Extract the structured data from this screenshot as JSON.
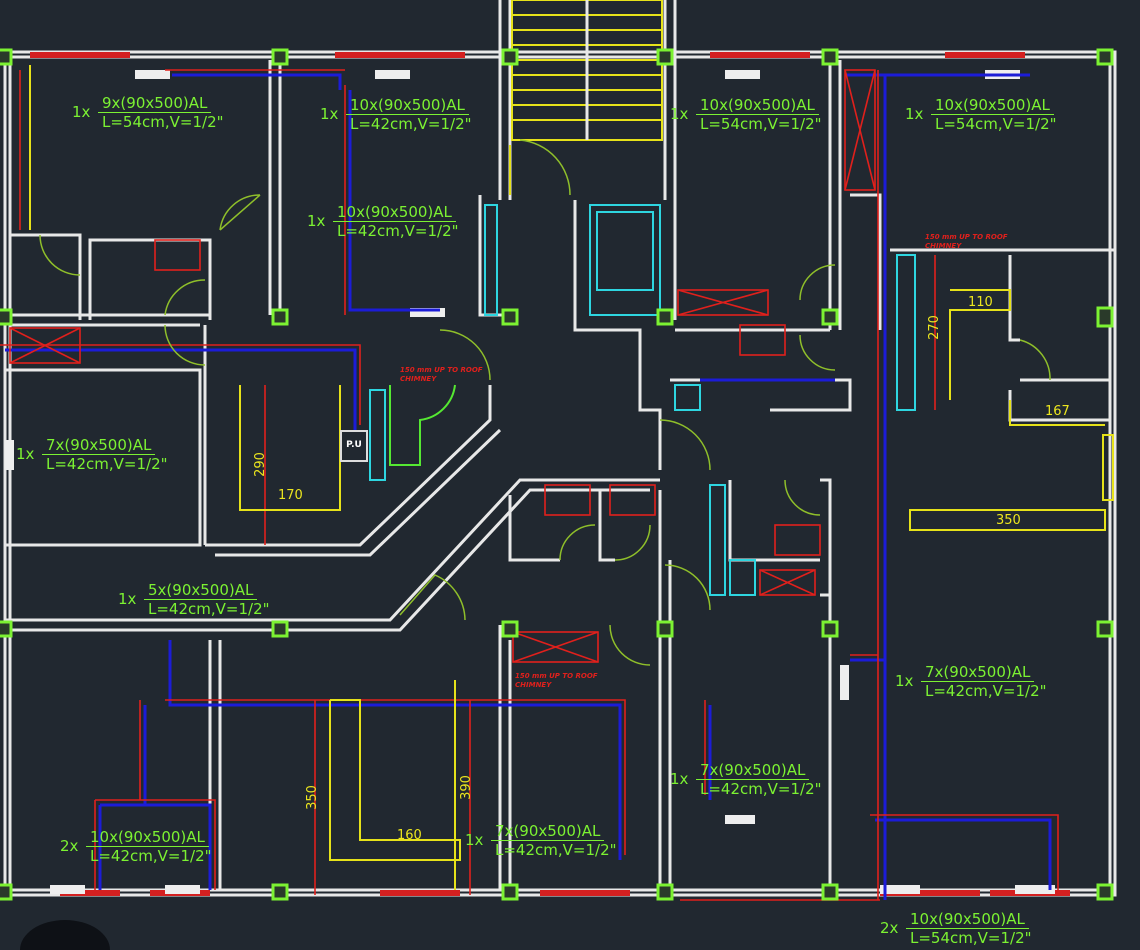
{
  "drawing": {
    "title": "Floor plan - AC duct / diffuser layout",
    "diffuser_labels": [
      {
        "mult": "1x",
        "spec": "9x(90x500)AL",
        "size": "L=54cm,V=1/2\""
      },
      {
        "mult": "1x",
        "spec": "10x(90x500)AL",
        "size": "L=42cm,V=1/2\""
      },
      {
        "mult": "1x",
        "spec": "10x(90x500)AL",
        "size": "L=42cm,V=1/2\""
      },
      {
        "mult": "1x",
        "spec": "10x(90x500)AL",
        "size": "L=54cm,V=1/2\""
      },
      {
        "mult": "1x",
        "spec": "10x(90x500)AL",
        "size": "L=54cm,V=1/2\""
      },
      {
        "mult": "1x",
        "spec": "7x(90x500)AL",
        "size": "L=42cm,V=1/2\""
      },
      {
        "mult": "1x",
        "spec": "5x(90x500)AL",
        "size": "L=42cm,V=1/2\""
      },
      {
        "mult": "1x",
        "spec": "7x(90x500)AL",
        "size": "L=42cm,V=1/2\""
      },
      {
        "mult": "1x",
        "spec": "7x(90x500)AL",
        "size": "L=42cm,V=1/2\""
      },
      {
        "mult": "1x",
        "spec": "7x(90x500)AL",
        "size": "L=42cm,V=1/2\""
      },
      {
        "mult": "2x",
        "spec": "10x(90x500)AL",
        "size": "L=42cm,V=1/2\""
      },
      {
        "mult": "2x",
        "spec": "10x(90x500)AL",
        "size": "L=54cm,V=1/2\""
      }
    ],
    "dimensions": [
      "110",
      "270",
      "167",
      "350",
      "290",
      "170",
      "350",
      "390",
      "160"
    ],
    "unit_label": "P.U",
    "notes": [
      {
        "line1": "150 mm UP TO ROOF",
        "line2": "CHIMNEY"
      },
      {
        "line1": "150 mm UP TO ROOF",
        "line2": "CHIMNEY"
      },
      {
        "line1": "150 mm UP TO ROOF",
        "line2": "CHIMNEY"
      }
    ],
    "colors": {
      "background": "#212830",
      "walls": "#e8e8e8",
      "duct_supply": "#1c1cd8",
      "pipe": "#e0201c",
      "labels": "#7cf232",
      "dimensions": "#ece61e"
    }
  }
}
